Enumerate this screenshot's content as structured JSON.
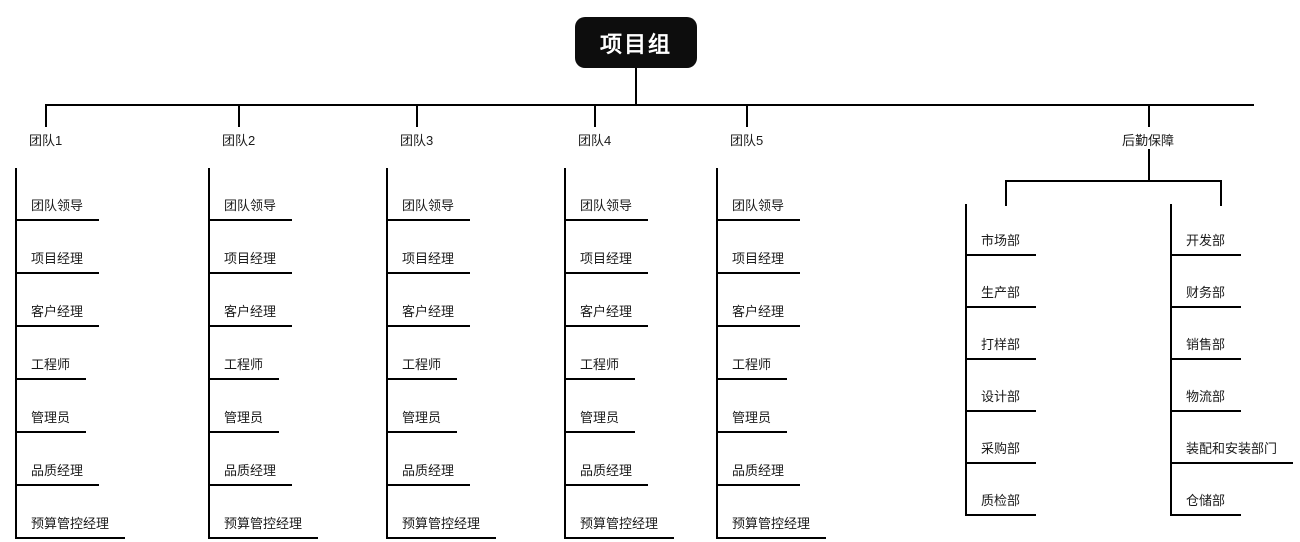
{
  "root": {
    "label": "项目组"
  },
  "teams": [
    {
      "label": "团队1",
      "roles": [
        "团队领导",
        "项目经理",
        "客户经理",
        "工程师",
        "管理员",
        "品质经理",
        "预算管控经理"
      ]
    },
    {
      "label": "团队2",
      "roles": [
        "团队领导",
        "项目经理",
        "客户经理",
        "工程师",
        "管理员",
        "品质经理",
        "预算管控经理"
      ]
    },
    {
      "label": "团队3",
      "roles": [
        "团队领导",
        "项目经理",
        "客户经理",
        "工程师",
        "管理员",
        "品质经理",
        "预算管控经理"
      ]
    },
    {
      "label": "团队4",
      "roles": [
        "团队领导",
        "项目经理",
        "客户经理",
        "工程师",
        "管理员",
        "品质经理",
        "预算管控经理"
      ]
    },
    {
      "label": "团队5",
      "roles": [
        "团队领导",
        "项目经理",
        "客户经理",
        "工程师",
        "管理员",
        "品质经理",
        "预算管控经理"
      ]
    }
  ],
  "logistics": {
    "label": "后勤保障",
    "columns": [
      {
        "departments": [
          "市场部",
          "生产部",
          "打样部",
          "设计部",
          "采购部",
          "质检部"
        ]
      },
      {
        "departments": [
          "开发部",
          "财务部",
          "销售部",
          "物流部",
          "装配和安装部门",
          "仓储部"
        ]
      }
    ]
  },
  "colors": {
    "root_node_background": "#0d0d0d",
    "root_node_text": "#ffffff",
    "connector_line": "#000000",
    "label_text": "#1a1a1a"
  }
}
